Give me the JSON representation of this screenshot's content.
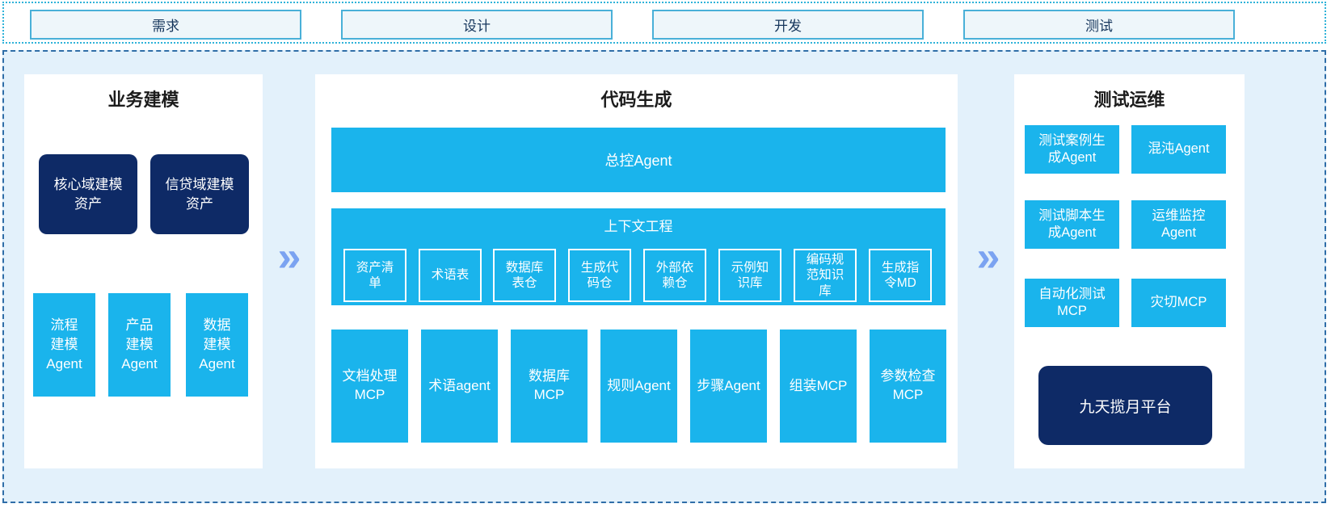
{
  "phases": [
    {
      "label": "需求"
    },
    {
      "label": "设计"
    },
    {
      "label": "开发"
    },
    {
      "label": "测试"
    }
  ],
  "sections": {
    "business_modeling": {
      "title": "业务建模",
      "asset_boxes": [
        "核心域建模\n资产",
        "信贷域建模\n资产"
      ],
      "agent_boxes": [
        "流程\n建模\nAgent",
        "产品\n建模\nAgent",
        "数据\n建模\nAgent"
      ]
    },
    "code_generation": {
      "title": "代码生成",
      "master_agent": "总控Agent",
      "context_engineering": {
        "title": "上下文工程",
        "items": [
          "资产清\n单",
          "术语表",
          "数据库\n表仓",
          "生成代\n码仓",
          "外部依\n赖仓",
          "示例知\n识库",
          "编码规\n范知识\n库",
          "生成指\n令MD"
        ]
      },
      "tools": [
        "文档处理\nMCP",
        "术语agent",
        "数据库\nMCP",
        "规则Agent",
        "步骤Agent",
        "组装MCP",
        "参数检查\nMCP"
      ]
    },
    "test_ops": {
      "title": "测试运维",
      "boxes": [
        "测试案例生\n成Agent",
        "混沌Agent",
        "测试脚本生\n成Agent",
        "运维监控\nAgent",
        "自动化测试\nMCP",
        "灾切MCP"
      ],
      "platform": "九天揽月平台"
    }
  },
  "icons": {
    "arrow_right": "»"
  },
  "colors": {
    "cyan": "#1ab4ec",
    "navy": "#0e2a66",
    "phase_fill": "#eef6fa",
    "phase_border": "#49b0d8",
    "container_bg": "#e3f1fb",
    "container_border": "#2f6ea8",
    "top_border": "#2fb3d9",
    "chevron": "#7ba3f1"
  }
}
